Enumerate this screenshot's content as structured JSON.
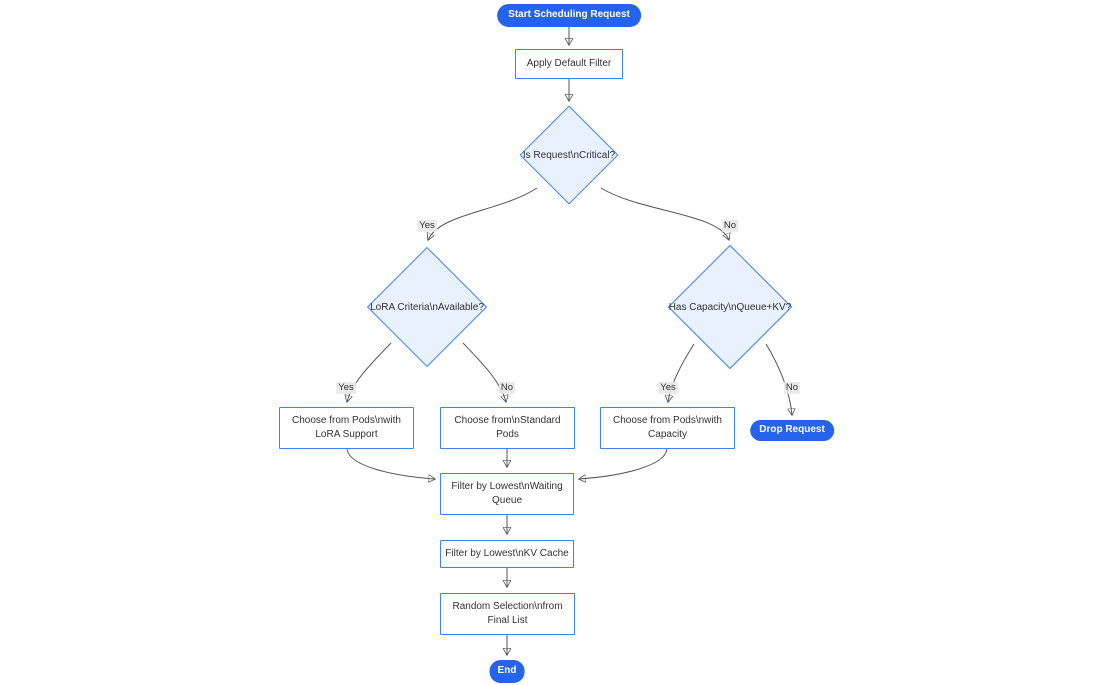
{
  "diagram": {
    "type": "flowchart",
    "direction": "top-down",
    "nodes": {
      "start": {
        "label": "Start Scheduling Request",
        "shape": "stadium"
      },
      "apply_filter": {
        "label": "Apply Default Filter",
        "shape": "rect"
      },
      "is_critical": {
        "label": "Is Request\\nCritical?",
        "shape": "diamond"
      },
      "lora_available": {
        "label": "LoRA Criteria\\nAvailable?",
        "shape": "diamond"
      },
      "has_capacity": {
        "label": "Has Capacity\\nQueue+KV?",
        "shape": "diamond"
      },
      "choose_lora_pods": {
        "label": [
          "Choose from Pods\\nwith",
          "LoRA Support"
        ],
        "shape": "rect"
      },
      "choose_standard_pods": {
        "label": [
          "Choose from\\nStandard",
          "Pods"
        ],
        "shape": "rect"
      },
      "choose_capacity_pods": {
        "label": [
          "Choose from Pods\\nwith",
          "Capacity"
        ],
        "shape": "rect"
      },
      "drop_request": {
        "label": "Drop Request",
        "shape": "stadium"
      },
      "filter_waiting_queue": {
        "label": [
          "Filter by Lowest\\nWaiting",
          "Queue"
        ],
        "shape": "rect"
      },
      "filter_kv_cache": {
        "label": "Filter by Lowest\\nKV Cache",
        "shape": "rect"
      },
      "random_selection": {
        "label": [
          "Random Selection\\nfrom",
          "Final List"
        ],
        "shape": "rect"
      },
      "end": {
        "label": "End",
        "shape": "stadium"
      }
    },
    "edges": [
      {
        "from": "start",
        "to": "apply_filter"
      },
      {
        "from": "apply_filter",
        "to": "is_critical"
      },
      {
        "from": "is_critical",
        "to": "lora_available",
        "label": "Yes"
      },
      {
        "from": "is_critical",
        "to": "has_capacity",
        "label": "No"
      },
      {
        "from": "lora_available",
        "to": "choose_lora_pods",
        "label": "Yes"
      },
      {
        "from": "lora_available",
        "to": "choose_standard_pods",
        "label": "No"
      },
      {
        "from": "has_capacity",
        "to": "choose_capacity_pods",
        "label": "Yes"
      },
      {
        "from": "has_capacity",
        "to": "drop_request",
        "label": "No"
      },
      {
        "from": "choose_lora_pods",
        "to": "filter_waiting_queue"
      },
      {
        "from": "choose_standard_pods",
        "to": "filter_waiting_queue"
      },
      {
        "from": "choose_capacity_pods",
        "to": "filter_waiting_queue"
      },
      {
        "from": "filter_waiting_queue",
        "to": "filter_kv_cache"
      },
      {
        "from": "filter_kv_cache",
        "to": "random_selection"
      },
      {
        "from": "random_selection",
        "to": "end"
      }
    ],
    "colors": {
      "terminal_fill": "#2563eb",
      "terminal_text": "#ffffff",
      "process_fill": "#ffffff",
      "node_border": "#3b82f6",
      "decision_fill": "#e8f1fd",
      "edge_stroke": "#555555",
      "edge_label_bg": "#e8e8e8",
      "text": "#333333"
    }
  }
}
